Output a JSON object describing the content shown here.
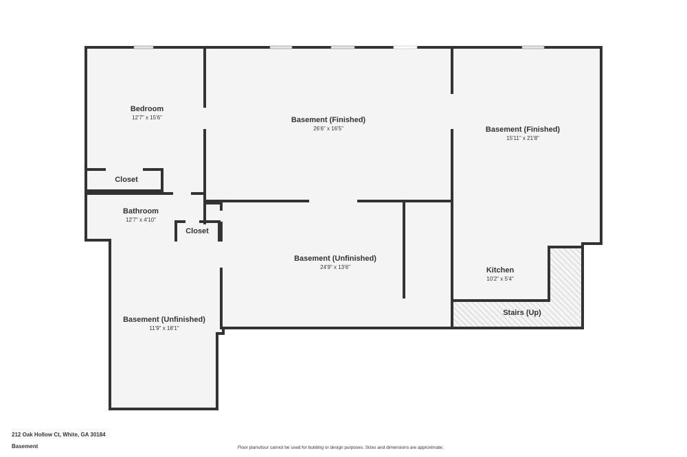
{
  "rooms": {
    "bedroom": {
      "name": "Bedroom",
      "dims": "12'7\" x 15'6\""
    },
    "closet_1": {
      "name": "Closet"
    },
    "basement_fin_1": {
      "name": "Basement (Finished)",
      "dims": "26'6\" x 16'5\""
    },
    "basement_fin_2": {
      "name": "Basement (Finished)",
      "dims": "15'11\" x 21'8\""
    },
    "bathroom": {
      "name": "Bathroom",
      "dims": "12'7\" x 4'10\""
    },
    "closet_2": {
      "name": "Closet"
    },
    "basement_unf_1": {
      "name": "Basement (Unfinished)",
      "dims": "24'9\" x 13'6\""
    },
    "kitchen": {
      "name": "Kitchen",
      "dims": "10'2\" x 5'4\""
    },
    "stairs": {
      "name": "Stairs (Up)"
    },
    "basement_unf_2": {
      "name": "Basement (Unfinished)",
      "dims": "11'9\" x 18'1\""
    }
  },
  "footer": {
    "address": "212 Oak Hollow Ct, White, GA 30184",
    "level": "Basement",
    "disclaimer": "Floor plans/tour cannot be used for building or design purposes. Sizes and dimensions are approximate."
  },
  "colors": {
    "wall": "#333333",
    "floor": "#f4f4f4",
    "window": "#e6e6e6",
    "hatch": "#bcbcbc",
    "text": "#333333"
  }
}
